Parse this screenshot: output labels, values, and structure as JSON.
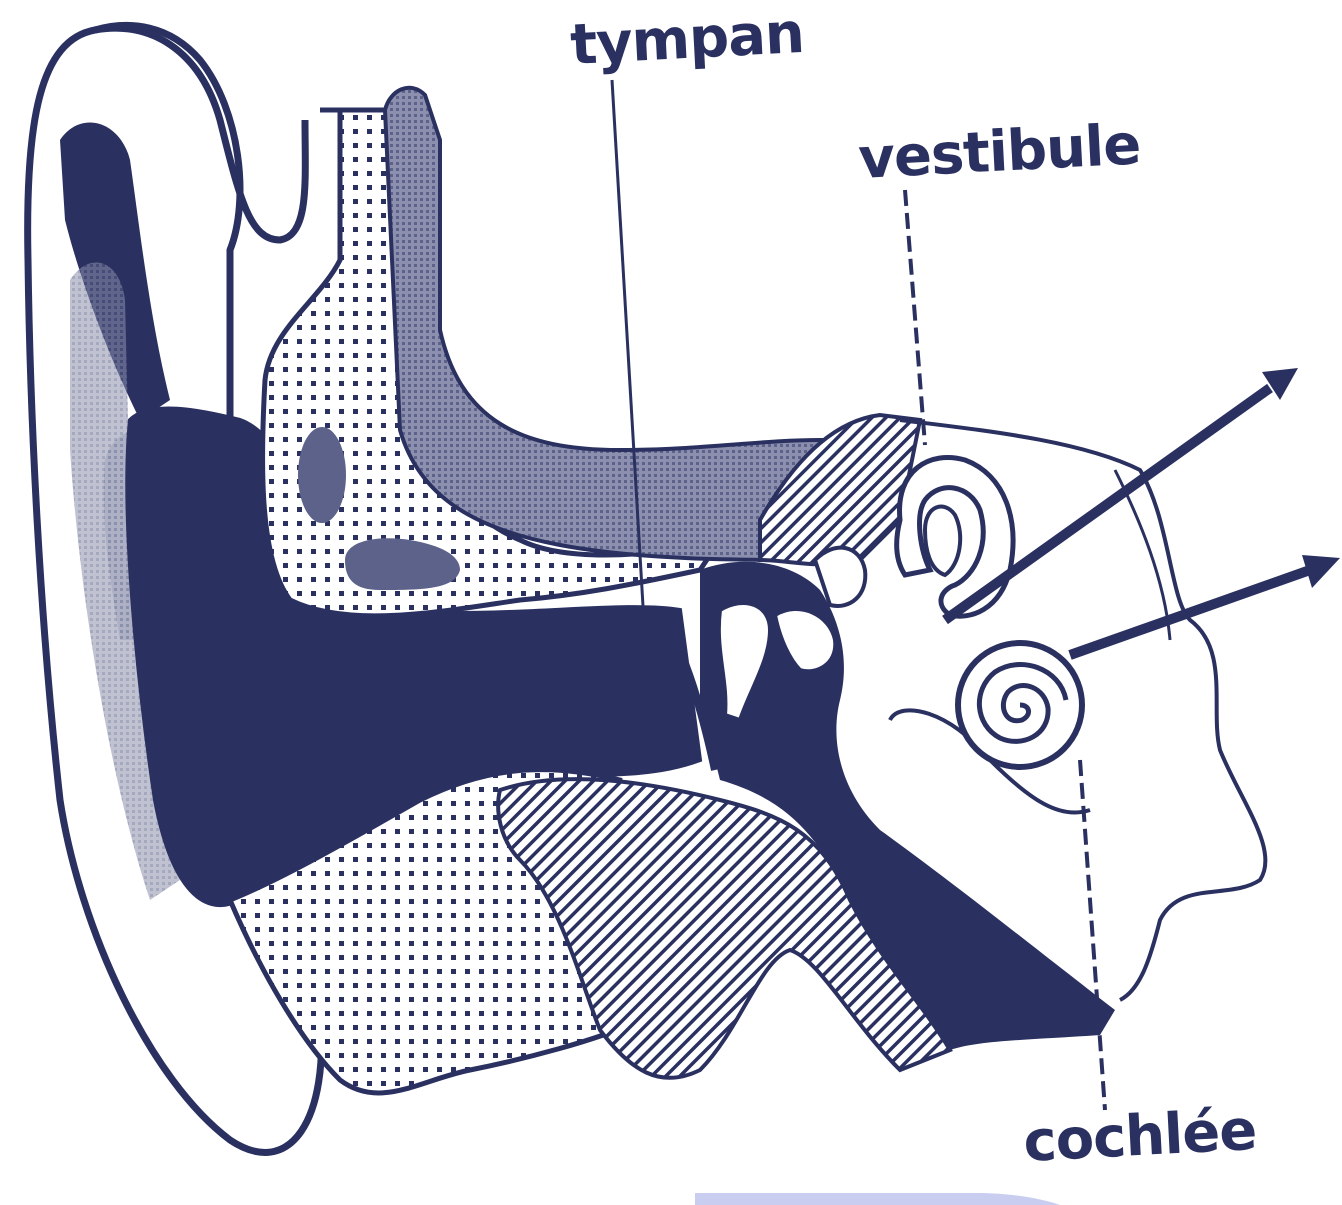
{
  "labels": {
    "tympan": "tympan",
    "vestibule": "vestibule",
    "cochlee": "cochlée"
  },
  "colors": {
    "ink": "#2a3160",
    "bone_stipple": "#2a3160",
    "highlight_band": "#c9cdf0",
    "background": "#ffffff"
  }
}
